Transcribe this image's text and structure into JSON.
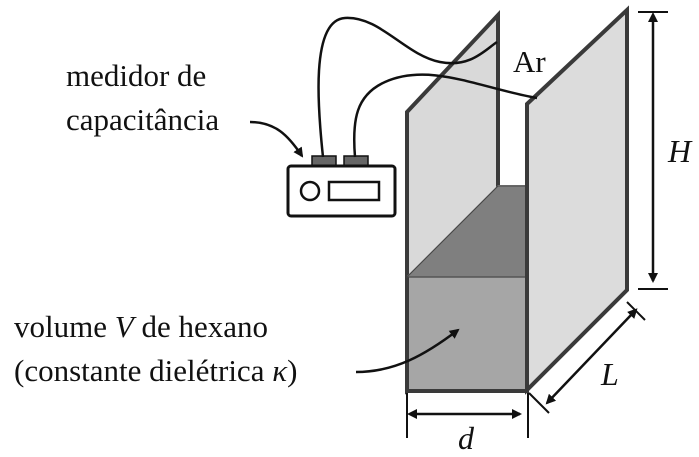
{
  "labels": {
    "meter_line1": "medidor de",
    "meter_line2": "capacitância",
    "air": "Ar",
    "volume_prefix": "volume ",
    "volume_var": "V",
    "volume_suffix": " de hexano",
    "dielectric_prefix": "(constante dielétrica ",
    "dielectric_var": "κ",
    "dielectric_suffix": ")",
    "height": "H",
    "length": "L",
    "gap": "d"
  },
  "colors": {
    "plate_fill": "#d9d9d9",
    "plate_edge": "#3a3a3a",
    "liquid_front": "#a6a6a6",
    "liquid_top": "#7f7f7f",
    "liquid_back": "#8c8c8c",
    "line": "#111111",
    "meter_terminal": "#666666"
  }
}
